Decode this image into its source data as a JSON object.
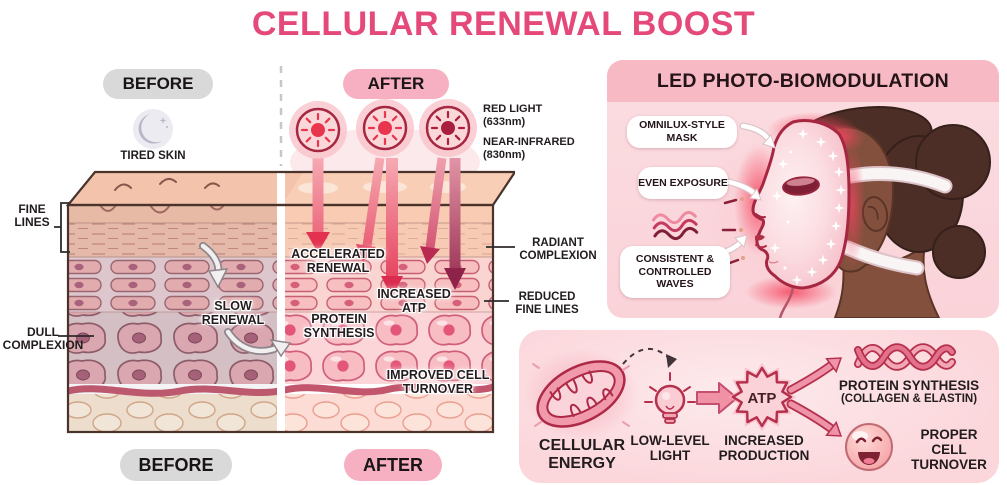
{
  "title": "CELLULAR RENEWAL BOOST",
  "skin_comparison": {
    "before_label": "BEFORE",
    "after_label": "AFTER",
    "before_bottom_label": "BEFORE",
    "after_bottom_label": "AFTER",
    "tired_skin": "TIRED SKIN",
    "red_light": "RED LIGHT",
    "red_light_nm": "(633nm)",
    "near_infrared": "NEAR-INFRARED",
    "near_infrared_nm": "(830nm)",
    "fine_lines": "FINE LINES",
    "dull_complexion": "DULL COMPLEXION",
    "slow_renewal": "SLOW RENEWAL",
    "accelerated_renewal": "ACCELERATED RENEWAL",
    "increased_atp": "INCREASED ATP",
    "protein_synthesis": "PROTEIN SYNTHESIS",
    "improved_cell_turnover": "IMPROVED CELL TURNOVER",
    "radiant_complexion": "RADIANT COMPLEXION",
    "reduced_fine_lines": "REDUCED FINE LINES"
  },
  "led_panel": {
    "title": "LED PHOTO-BIOMODULATION",
    "mask_label": "OMNILUX-STYLE MASK",
    "exposure_label": "EVEN EXPOSURE",
    "waves_label": "CONSISTENT & CONTROLLED WAVES"
  },
  "energy_panel": {
    "cellular_energy": "CELLULAR ENERGY",
    "low_level_light": "LOW-LEVEL LIGHT",
    "atp": "ATP",
    "increased_production": "INCREASED PRODUCTION",
    "protein_synthesis": "PROTEIN SYNTHESIS",
    "protein_synthesis_sub": "(COLLAGEN & ELASTIN)",
    "proper_cell_turnover": "PROPER CELL TURNOVER"
  },
  "icons": {
    "tired_skin": "moon-icon",
    "light_sources": "led-light-icon",
    "waves": "waves-icon",
    "cellular_energy": "mitochondria-icon",
    "low_level_light": "lightbulb-icon",
    "atp": "atp-starburst-icon",
    "protein_synthesis": "dna-helix-icon",
    "cell_turnover": "happy-cell-icon",
    "mask": "led-mask-illustration"
  },
  "colors": {
    "accent_pink": "#e4497a",
    "pill_gray": "#d9d9d9",
    "pill_pink": "#f6b0c2",
    "panel_header_pink": "#f7bac4",
    "panel_bg_pink": "#fbd8dd",
    "red_light": "#e8364d",
    "near_infrared": "#ab1f3e",
    "dark_red": "#b5304c"
  }
}
